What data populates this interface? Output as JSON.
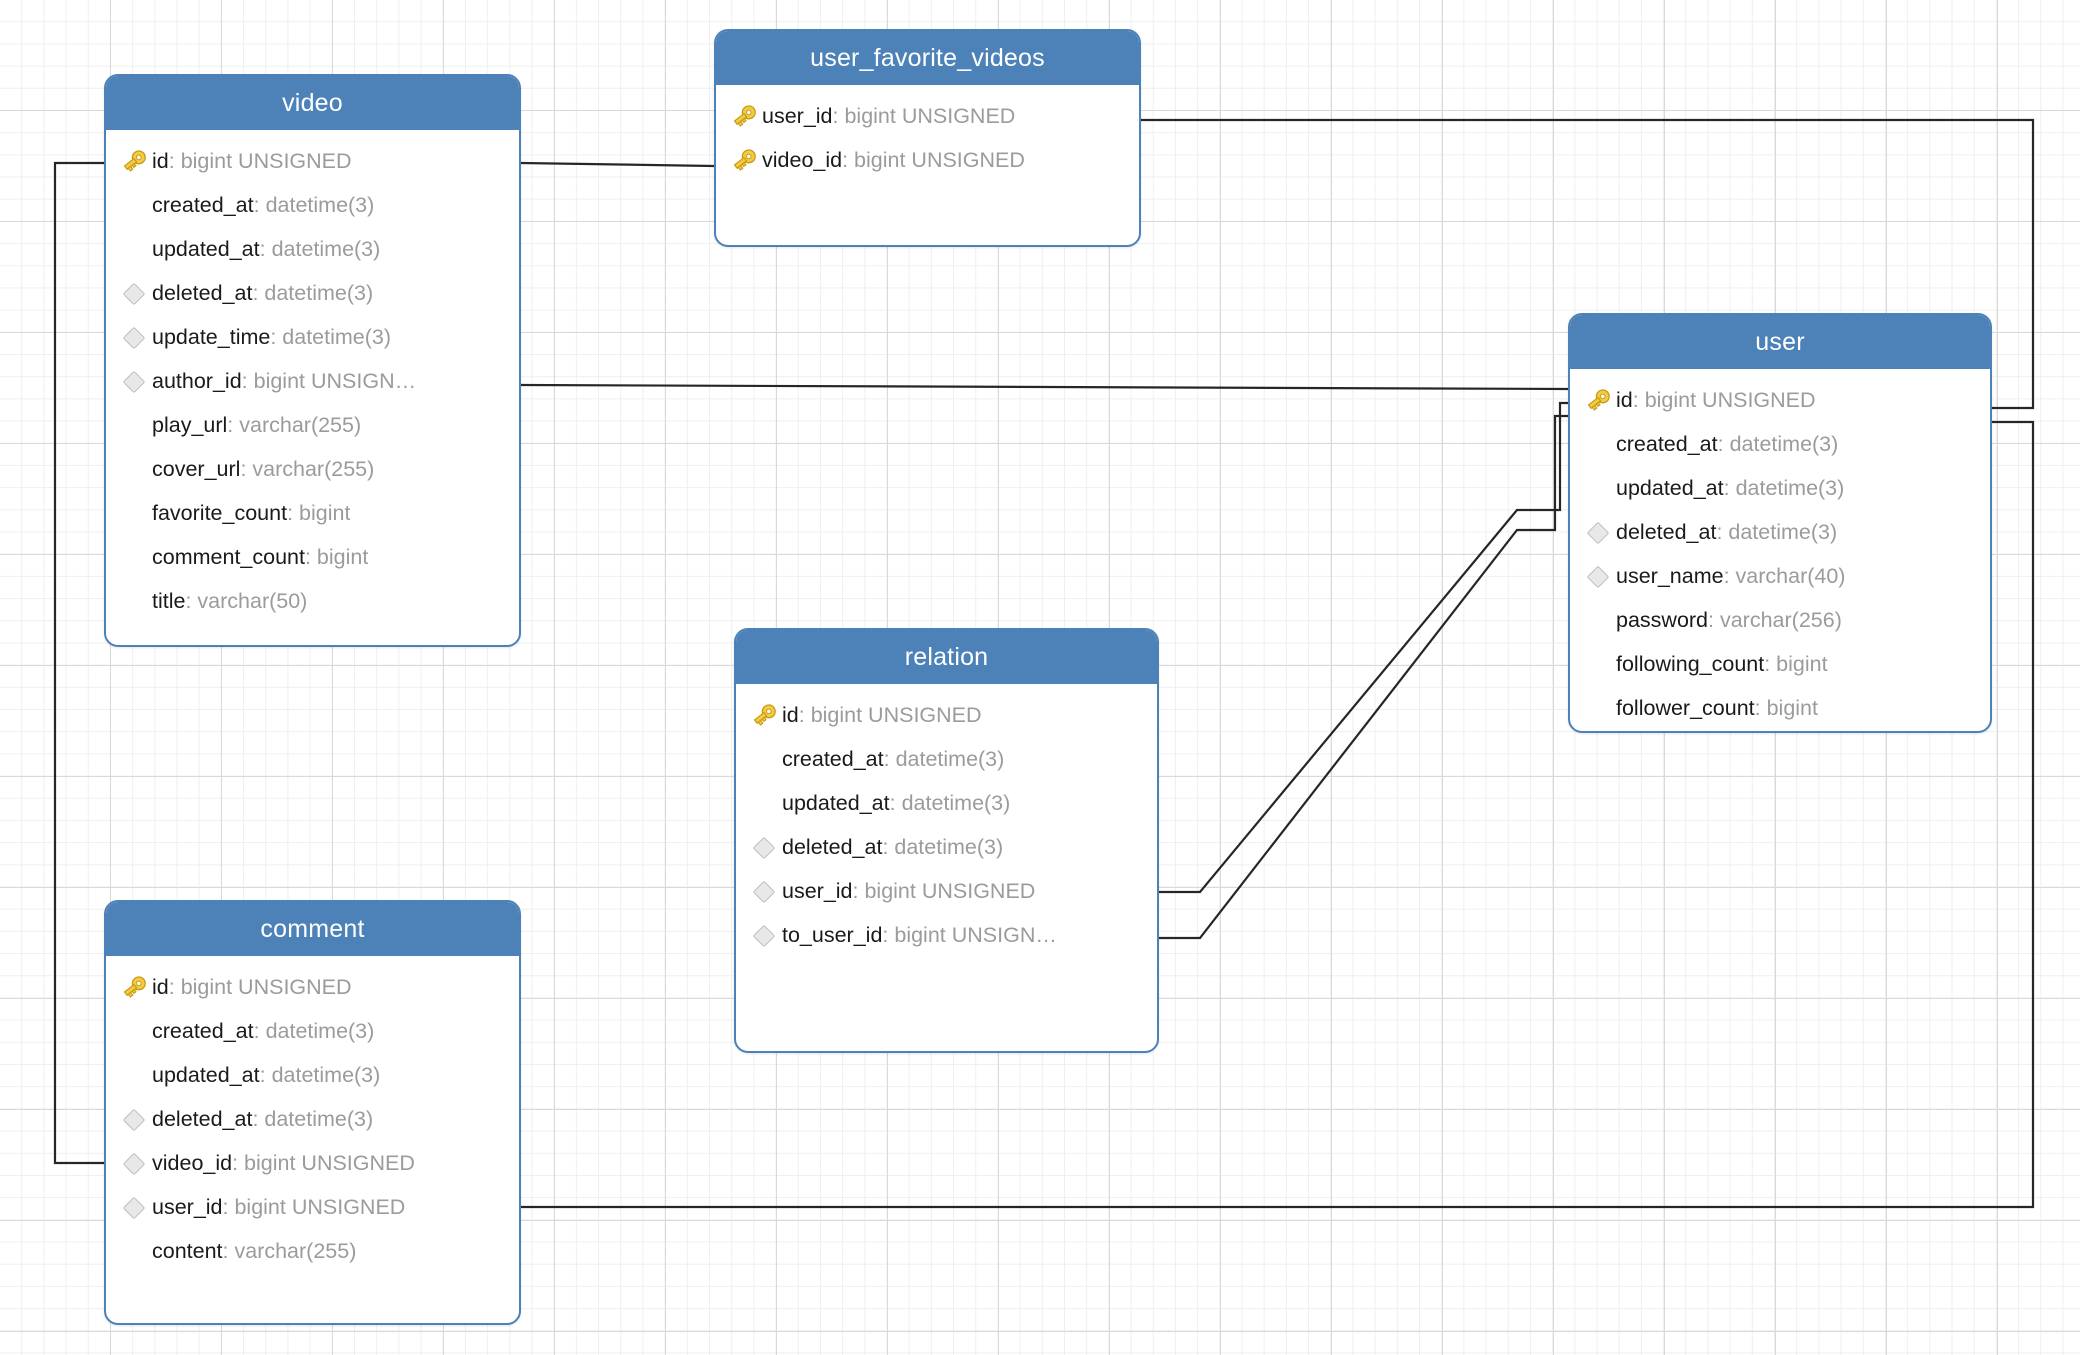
{
  "diagram": {
    "type": "entity-relationship-diagram",
    "background": "graph-paper-grid",
    "header_color": "#4d82b8",
    "border_color": "#4d82b8",
    "connector_color": "#262626",
    "grid_minor_color": "#efefef",
    "grid_major_color": "#d9d9d9",
    "key_icon_color": "#f2c230",
    "nullable_icon_color": "#e8e8e8"
  },
  "tables": [
    {
      "id": "video",
      "name": "video",
      "fields": [
        {
          "marker": "key-icon",
          "name": "id",
          "type": "bigint UNSIGNED"
        },
        {
          "marker": "none",
          "name": "created_at",
          "type": "datetime(3)"
        },
        {
          "marker": "none",
          "name": "updated_at",
          "type": "datetime(3)"
        },
        {
          "marker": "diamond-icon",
          "name": "deleted_at",
          "type": "datetime(3)"
        },
        {
          "marker": "diamond-icon",
          "name": "update_time",
          "type": "datetime(3)"
        },
        {
          "marker": "diamond-icon",
          "name": "author_id",
          "type": "bigint UNSIGN…"
        },
        {
          "marker": "none",
          "name": "play_url",
          "type": "varchar(255)"
        },
        {
          "marker": "none",
          "name": "cover_url",
          "type": "varchar(255)"
        },
        {
          "marker": "none",
          "name": "favorite_count",
          "type": "bigint"
        },
        {
          "marker": "none",
          "name": "comment_count",
          "type": "bigint"
        },
        {
          "marker": "none",
          "name": "title",
          "type": "varchar(50)"
        }
      ]
    },
    {
      "id": "user_favorite_videos",
      "name": "user_favorite_videos",
      "fields": [
        {
          "marker": "key-icon",
          "name": "user_id",
          "type": "bigint UNSIGNED"
        },
        {
          "marker": "key-icon",
          "name": "video_id",
          "type": "bigint UNSIGNED"
        }
      ]
    },
    {
      "id": "user",
      "name": "user",
      "fields": [
        {
          "marker": "key-icon",
          "name": "id",
          "type": "bigint UNSIGNED"
        },
        {
          "marker": "none",
          "name": "created_at",
          "type": "datetime(3)"
        },
        {
          "marker": "none",
          "name": "updated_at",
          "type": "datetime(3)"
        },
        {
          "marker": "diamond-icon",
          "name": "deleted_at",
          "type": "datetime(3)"
        },
        {
          "marker": "diamond-icon",
          "name": "user_name",
          "type": "varchar(40)"
        },
        {
          "marker": "none",
          "name": "password",
          "type": "varchar(256)"
        },
        {
          "marker": "none",
          "name": "following_count",
          "type": "bigint"
        },
        {
          "marker": "none",
          "name": "follower_count",
          "type": "bigint"
        }
      ]
    },
    {
      "id": "relation",
      "name": "relation",
      "fields": [
        {
          "marker": "key-icon",
          "name": "id",
          "type": "bigint UNSIGNED"
        },
        {
          "marker": "none",
          "name": "created_at",
          "type": "datetime(3)"
        },
        {
          "marker": "none",
          "name": "updated_at",
          "type": "datetime(3)"
        },
        {
          "marker": "diamond-icon",
          "name": "deleted_at",
          "type": "datetime(3)"
        },
        {
          "marker": "diamond-icon",
          "name": "user_id",
          "type": "bigint UNSIGNED"
        },
        {
          "marker": "diamond-icon",
          "name": "to_user_id",
          "type": "bigint UNSIGN…"
        }
      ]
    },
    {
      "id": "comment",
      "name": "comment",
      "fields": [
        {
          "marker": "key-icon",
          "name": "id",
          "type": "bigint UNSIGNED"
        },
        {
          "marker": "none",
          "name": "created_at",
          "type": "datetime(3)"
        },
        {
          "marker": "none",
          "name": "updated_at",
          "type": "datetime(3)"
        },
        {
          "marker": "diamond-icon",
          "name": "deleted_at",
          "type": "datetime(3)"
        },
        {
          "marker": "diamond-icon",
          "name": "video_id",
          "type": "bigint UNSIGNED"
        },
        {
          "marker": "diamond-icon",
          "name": "user_id",
          "type": "bigint UNSIGNED"
        },
        {
          "marker": "none",
          "name": "content",
          "type": "varchar(255)"
        }
      ]
    }
  ],
  "relationships": [
    {
      "id": "video-id__ufv-video-id",
      "from": "video.id",
      "to": "user_favorite_videos.video_id"
    },
    {
      "id": "ufv-user-id__user-id",
      "from": "user_favorite_videos.user_id",
      "to": "user.id"
    },
    {
      "id": "video-author-id__user-id",
      "from": "video.author_id",
      "to": "user.id"
    },
    {
      "id": "video-id__comment-video-id",
      "from": "video.id",
      "to": "comment.video_id"
    },
    {
      "id": "comment-user-id__user-id",
      "from": "comment.user_id",
      "to": "user.id"
    },
    {
      "id": "relation-user-id__user-id",
      "from": "relation.user_id",
      "to": "user.id"
    },
    {
      "id": "relation-to-user-id__user-id",
      "from": "relation.to_user_id",
      "to": "user.id"
    }
  ]
}
